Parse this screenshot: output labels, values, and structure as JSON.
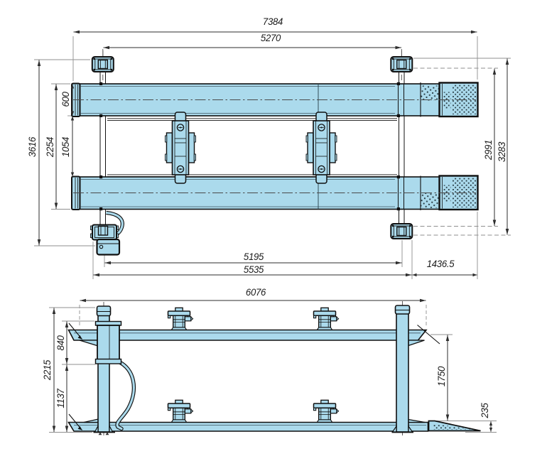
{
  "drawing": {
    "kind": "technical dimension drawing",
    "subject": "four-post vehicle lift, plan view and side elevation",
    "colors": {
      "body_fill": "#abdaec",
      "outline": "#101010",
      "dim_line": "#2e2e2e",
      "ext_line": "#8f8f8f",
      "text": "#1b1b1b",
      "background": "#ffffff"
    }
  },
  "top_view": {
    "name": "plan-view",
    "dims": {
      "total_length": "7384",
      "post_span_length": "5270",
      "overall_width": "3616",
      "runway_width": "600",
      "runway_gap": "1054",
      "runways_overall": "2254",
      "post_width_inner": "2991",
      "post_width_outer": "3283",
      "base_length_inner": "5195",
      "base_length_outer": "5535",
      "rear_overhang": "1436.5"
    }
  },
  "side_view": {
    "name": "side-elevation",
    "dims": {
      "platform_length": "6076",
      "column_height": "2215",
      "upper_stroke": "840",
      "lower_height": "1137",
      "lift_height": "1750",
      "ramp_height": "235"
    }
  }
}
